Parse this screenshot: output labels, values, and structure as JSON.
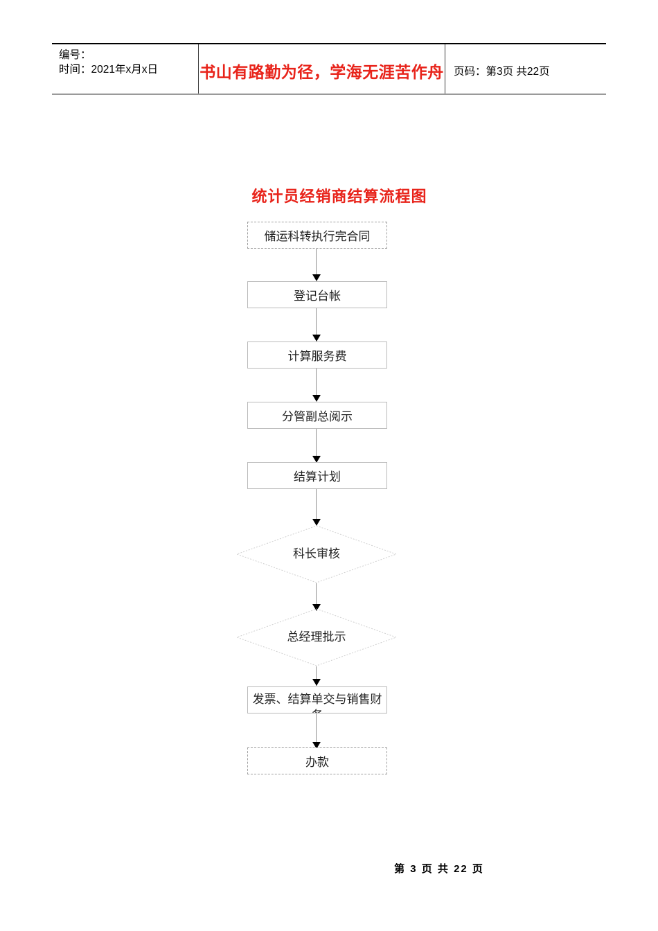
{
  "header": {
    "doc_number_label": "编号：",
    "date_label": "时间：2021年x月x日",
    "motto": "书山有路勤为径，学海无涯苦作舟",
    "page_info": "页码：第3页 共22页"
  },
  "flowchart": {
    "title": "统计员经销商结算流程图",
    "title_color": "#e8231a",
    "nodes": [
      {
        "id": "n1",
        "shape": "box-dashed",
        "label": "储运科转执行完合同"
      },
      {
        "id": "n2",
        "shape": "box-solid",
        "label": "登记台帐"
      },
      {
        "id": "n3",
        "shape": "box-solid",
        "label": "计算服务费"
      },
      {
        "id": "n4",
        "shape": "box-solid",
        "label": "分管副总阅示"
      },
      {
        "id": "n5",
        "shape": "box-solid",
        "label": "结算计划"
      },
      {
        "id": "n6",
        "shape": "diamond",
        "label": "科长审核"
      },
      {
        "id": "n7",
        "shape": "diamond",
        "label": "总经理批示"
      },
      {
        "id": "n8",
        "shape": "box-solid-clipped",
        "label": "发票、结算单交与销售财务"
      },
      {
        "id": "n9",
        "shape": "box-dashed",
        "label": "办款"
      }
    ]
  },
  "footer": {
    "page_info": "第 3 页  共 22 页"
  }
}
